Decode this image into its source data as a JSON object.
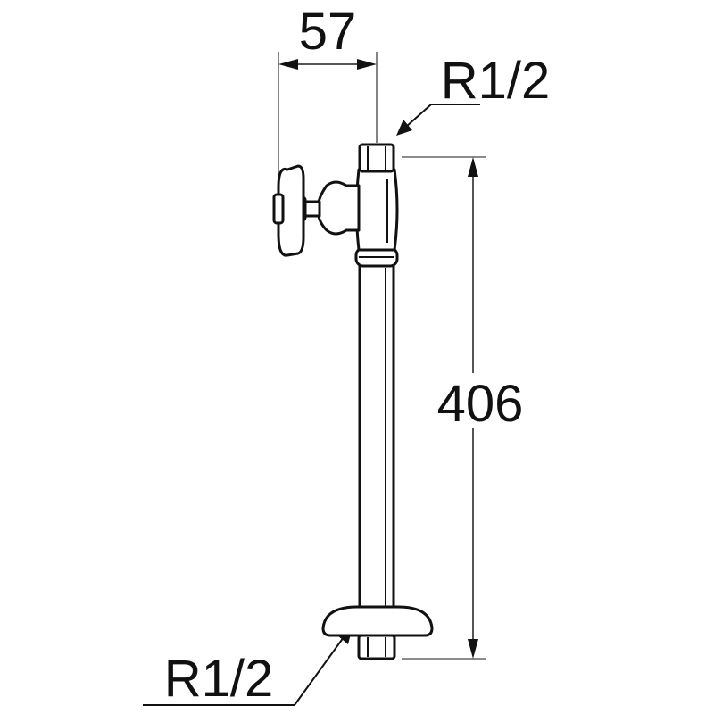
{
  "dimensions": {
    "width_label": "57",
    "height_label": "406"
  },
  "threads": {
    "top_label": "R1/2",
    "bottom_label": "R1/2"
  }
}
